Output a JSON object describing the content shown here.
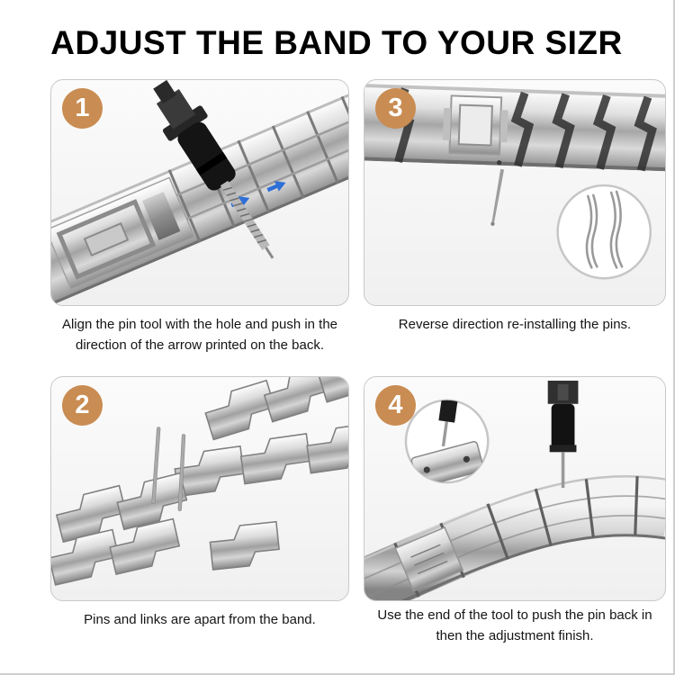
{
  "page": {
    "title": "ADJUST THE BAND TO YOUR SIZR"
  },
  "colors": {
    "step_badge": "#c98c52",
    "badge_text": "#ffffff",
    "panel_border": "#c9c9c9",
    "caption_text": "#151515",
    "arrow_blue": "#2e6fd8",
    "tool_black": "#141414",
    "metal_light": "#e2e2e2",
    "metal_dark": "#8d8d8d"
  },
  "steps": [
    {
      "number": "1",
      "caption": "Align the pin tool with the hole and push in the direction of the arrow printed on the back.",
      "illustration": "watch-band-with-pin-removal-tool"
    },
    {
      "number": "3",
      "caption": "Reverse direction re-installing the pins.",
      "illustration": "band-with-pin-and-magnified-split-pins"
    },
    {
      "number": "2",
      "caption": "Pins and links are apart from the band.",
      "illustration": "separated-links-and-loose-pins"
    },
    {
      "number": "4",
      "caption": "Use the end of the tool to push the pin back in then the adjustment finish.",
      "illustration": "curved-band-with-tool-and-magnifier"
    }
  ]
}
